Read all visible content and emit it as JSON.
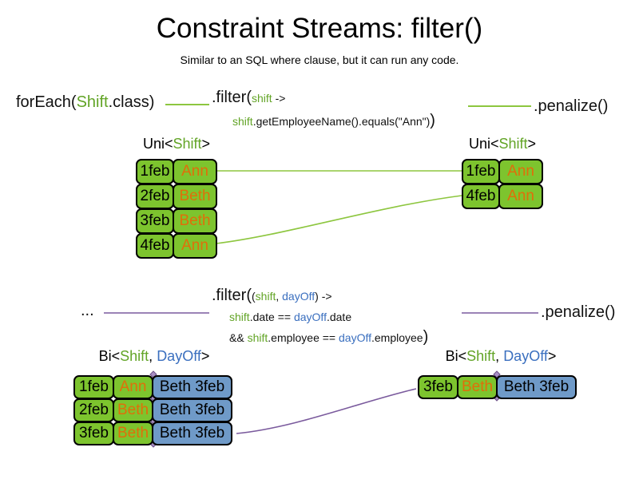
{
  "title": "Constraint Streams: filter()",
  "subtitle": "Similar to an SQL where clause, but it can run any code.",
  "colors": {
    "code_green": "#62a426",
    "code_blue": "#3a6fbf",
    "name_orange": "#e06e0a",
    "cell_green": "#7dc42e",
    "cell_blue": "#6f9ac8",
    "line_green": "#8dc63f",
    "line_purple": "#7a5a9d"
  },
  "section1": {
    "source_pre": "forEach(",
    "source_class": "Shift",
    "source_post": ".class)",
    "filter_method": ".filter(",
    "filter_param": "shift",
    "filter_arrow": " ->",
    "body_var": "shift",
    "body_rest": ".getEmployeeName().equals(\"Ann\")",
    "body_close": ")",
    "penalize": ".penalize()",
    "left_header": {
      "pre": "Uni<",
      "type1": "Shift",
      "post": ">"
    },
    "right_header": {
      "pre": "Uni<",
      "type1": "Shift",
      "post": ">"
    },
    "left_rows": [
      {
        "date": "1feb",
        "name": "Ann"
      },
      {
        "date": "2feb",
        "name": "Beth"
      },
      {
        "date": "3feb",
        "name": "Beth"
      },
      {
        "date": "4feb",
        "name": "Ann"
      }
    ],
    "right_rows": [
      {
        "date": "1feb",
        "name": "Ann"
      },
      {
        "date": "4feb",
        "name": "Ann"
      }
    ]
  },
  "section2": {
    "source": "...",
    "filter_method": ".filter(",
    "filter_open": "(",
    "param1": "shift",
    "comma": ", ",
    "param2": "dayOff",
    "close_arrow": ") ->",
    "line2_var1": "shift",
    "line2_mid1": ".date == ",
    "line2_var2": "dayOff",
    "line2_end": ".date",
    "line3_pre": "&& ",
    "line3_var1": "shift",
    "line3_mid1": ".employee == ",
    "line3_var2": "dayOff",
    "line3_end": ".employee",
    "line3_close": ")",
    "penalize": ".penalize()",
    "left_header": {
      "pre": "Bi<",
      "type1": "Shift",
      "comma": ", ",
      "type2": "DayOff",
      "post": ">"
    },
    "right_header": {
      "pre": "Bi<",
      "type1": "Shift",
      "comma": ", ",
      "type2": "DayOff",
      "post": ">"
    },
    "left_rows": [
      {
        "date": "1feb",
        "name": "Ann",
        "pair": "Beth 3feb"
      },
      {
        "date": "2feb",
        "name": "Beth",
        "pair": "Beth 3feb"
      },
      {
        "date": "3feb",
        "name": "Beth",
        "pair": "Beth 3feb"
      }
    ],
    "right_rows": [
      {
        "date": "3feb",
        "name": "Beth",
        "pair": "Beth 3feb"
      }
    ]
  }
}
